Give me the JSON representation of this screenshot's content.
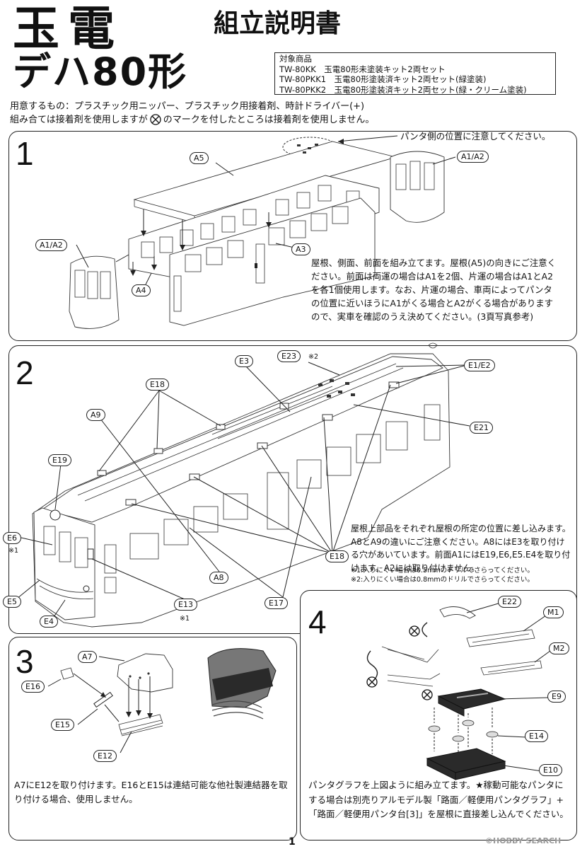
{
  "header": {
    "logo_line1": "玉電",
    "logo_line2": "デハ80形",
    "doc_title": "組立説明書",
    "products_heading": "対象商品",
    "products": [
      "TW-80KK　玉電80形未塗装キット2両セット",
      "TW-80PKK1　玉電80形塗装済キット2両セット(緑塗装)",
      "TW-80PKK2　玉電80形塗装済キット2両セット(緑・クリーム塗装)"
    ]
  },
  "intro": {
    "line1": "用意するもの：プラスチック用ニッパー、プラスチック用接着剤、時計ドライバー(+)",
    "line2_pre": "組み合ては接着剤を使用しますが",
    "line2_post": "のマークを付したところは接着剤を使用しません。"
  },
  "step1": {
    "number": "1",
    "note": "パンタ側の位置に注意してください。",
    "labels": {
      "a5": "A5",
      "a1a2_top": "A1/A2",
      "a1a2_left": "A1/A2",
      "a3": "A3",
      "a4": "A4"
    },
    "text": "屋根、側面、前面を組み立てます。屋根(A5)の向きにご注意ください。前面は両運の場合はA1を2個、片運の場合はA1とA2を各1個使用します。なお、片運の場合、車両によってパンタの位置に近いほうにA1がくる場合とA2がくる場合がありますので、実車を確認のうえ決めてください。(3頁写真参考)"
  },
  "step2": {
    "number": "2",
    "labels": {
      "e23": "E23",
      "e23_note": "※2",
      "e3": "E3",
      "e1e2": "E1/E2",
      "e18_top": "E18",
      "a9": "A9",
      "e21": "E21",
      "e19": "E19",
      "e6": "E6",
      "e6_note": "※1",
      "e18_bottom": "E18",
      "a8": "A8",
      "e5": "E5",
      "e4": "E4",
      "e13": "E13",
      "e13_note": "※1",
      "e17": "E17"
    },
    "text": "屋根上部品をそれぞれ屋根の所定の位置に差し込みます。A8とA9の違いにご注意ください。A8にはE3を取り付ける穴があいています。前面A1にはE19,E6,E5.E4を取り付けます。A2には取り付けません。",
    "note1": "※1:入りにくい場合は0.5mmのドリルでさらってください。",
    "note2": "※2:入りにくい場合は0.8mmのドリルでさらってください。"
  },
  "step3": {
    "number": "3",
    "labels": {
      "a7": "A7",
      "e16": "E16",
      "e15": "E15",
      "e12": "E12"
    },
    "text": "A7にE12を取り付けます。E16とE15は連結可能な他社製連結器を取り付ける場合、使用しません。"
  },
  "step4": {
    "number": "4",
    "labels": {
      "e22": "E22",
      "m1": "M1",
      "m2": "M2",
      "e9": "E9",
      "e14": "E14",
      "e10": "E10"
    },
    "text": "パンタグラフを上図ように組み立てます。★稼動可能なパンタにする場合は別売りアルモデル製「路面／軽便用パンタグラフ」+「路面／軽便用パンタ台[3]」を屋根に直接差し込んでください。"
  },
  "footer": {
    "page_number": "1",
    "watermark": "©HOBBY SEARCH"
  }
}
